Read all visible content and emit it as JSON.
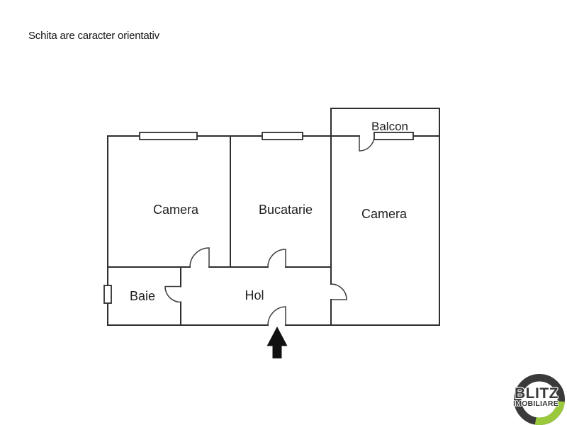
{
  "disclaimer": {
    "text": "Schita are caracter orientativ"
  },
  "floorplan": {
    "rooms": {
      "camera_left": {
        "label": "Camera"
      },
      "bucatarie": {
        "label": "Bucatarie"
      },
      "camera_right": {
        "label": "Camera"
      },
      "balcon": {
        "label": "Balcon"
      },
      "baie": {
        "label": "Baie"
      },
      "hol": {
        "label": "Hol"
      }
    },
    "entrance_icon": "up-arrow-icon",
    "colors": {
      "wall": "#2e2e2e",
      "door": "#3f3f3f",
      "arrow": "#111111"
    }
  },
  "logo": {
    "brand": "BLITZ",
    "subtitle": "IMOBILIARE",
    "colors": {
      "ring": "#3a3a3a",
      "accent": "#9aca3b",
      "text": "#3a3a3a"
    }
  }
}
